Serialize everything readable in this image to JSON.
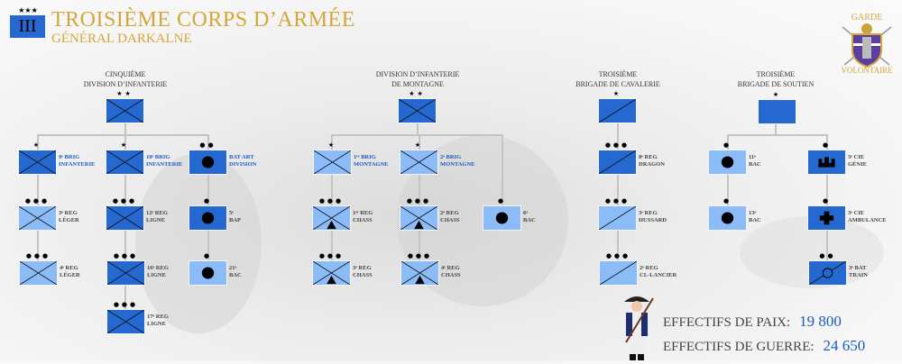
{
  "header": {
    "corps_numeral": "III",
    "corps_stars": "★★★",
    "title": "TROISIÈME CORPS D’ARMÉE",
    "subtitle": "GÉNÉRAL DARKALNE"
  },
  "logo": {
    "text_top": "GARDE",
    "text_bottom": "VOLONTAIRE"
  },
  "colors": {
    "dark_unit": "#2468d0",
    "light_unit": "#8cbcf8",
    "gold": "#d4a73c",
    "value_blue": "#1d5bc0"
  },
  "formations": [
    {
      "line1": "CINQUIÈME",
      "line2": "DIVISION D’INFANTERIE",
      "echelon": "★★",
      "shade": "dark",
      "symbol": "inf"
    },
    {
      "line1": "DIVISION D’INFANTERIE",
      "line2": "DE MONTAGNE",
      "echelon": "★★",
      "shade": "dark",
      "symbol": "inf"
    },
    {
      "line1": "TROISIÈME",
      "line2": "BRIGADE DE CAVALERIE",
      "echelon": "★",
      "shade": "dark",
      "symbol": "cav"
    },
    {
      "line1": "TROISIÈME",
      "line2": "BRIGADE DE SOUTIEN",
      "echelon": "★",
      "shade": "dark",
      "symbol": "plain"
    }
  ],
  "units": [
    {
      "line1": "9ᵉ BRIG",
      "line2": "INFANTERIE",
      "echelon": "★",
      "shade": "dark",
      "symbol": "inf",
      "highlight": true
    },
    {
      "line1": "10ᵉ BRIG",
      "line2": "INFANTERIE",
      "echelon": "★",
      "shade": "dark",
      "symbol": "inf",
      "highlight": true
    },
    {
      "line1": "BAT ART",
      "line2": "DIVISION",
      "echelon": "●●",
      "shade": "dark",
      "symbol": "art",
      "highlight": true
    },
    {
      "line1": "3ᵉ REG",
      "line2": "LÉGER",
      "echelon": "●●●",
      "shade": "light",
      "symbol": "inf"
    },
    {
      "line1": "12ᵉ REG",
      "line2": "LIGNE",
      "echelon": "●●●",
      "shade": "dark",
      "symbol": "inf"
    },
    {
      "line1": "5ᵉ",
      "line2": "BAP",
      "echelon": "●",
      "shade": "dark",
      "symbol": "art"
    },
    {
      "line1": "4ᵉ REG",
      "line2": "LÉGER",
      "echelon": "●●●",
      "shade": "light",
      "symbol": "inf"
    },
    {
      "line1": "16ᵉ REG",
      "line2": "LIGNE",
      "echelon": "●●●",
      "shade": "dark",
      "symbol": "inf"
    },
    {
      "line1": "21ᵉ",
      "line2": "BAC",
      "echelon": "●",
      "shade": "light",
      "symbol": "art"
    },
    {
      "line1": "17ᵉ REG",
      "line2": "LIGNE",
      "echelon": "●●●",
      "shade": "dark",
      "symbol": "inf"
    },
    {
      "line1": "1ʳᵉ BRIG",
      "line2": "MONTAGNE",
      "echelon": "★",
      "shade": "light",
      "symbol": "inf",
      "highlight": true
    },
    {
      "line1": "2ᵉ BRIG",
      "line2": "MONTAGNE",
      "echelon": "★",
      "shade": "light",
      "symbol": "inf",
      "highlight": true
    },
    {
      "line1": "6ᵉ",
      "line2": "BAC",
      "echelon": "●",
      "shade": "light",
      "symbol": "art"
    },
    {
      "line1": "1ᵉʳ REG",
      "line2": "CHASS",
      "echelon": "●●●",
      "shade": "light",
      "symbol": "mtn"
    },
    {
      "line1": "2ᵉ REG",
      "line2": "CHASS",
      "echelon": "●●●",
      "shade": "light",
      "symbol": "mtn"
    },
    {
      "line1": "3ᵉ REG",
      "line2": "CHASS",
      "echelon": "●●●",
      "shade": "light",
      "symbol": "mtn"
    },
    {
      "line1": "4ᵉ REG",
      "line2": "CHASS",
      "echelon": "●●●",
      "shade": "light",
      "symbol": "mtn"
    },
    {
      "line1": "8ᵉ REG",
      "line2": "DRAGON",
      "echelon": "●●●",
      "shade": "dark",
      "symbol": "cav"
    },
    {
      "line1": "3ᵉ REG",
      "line2": "HUSSARD",
      "echelon": "●●●",
      "shade": "light",
      "symbol": "cav"
    },
    {
      "line1": "2ᵉ REG",
      "line2": "CL-LANCIER",
      "echelon": "●●●",
      "shade": "light",
      "symbol": "cav"
    },
    {
      "line1": "11ᵉ",
      "line2": "BAC",
      "echelon": "●",
      "shade": "light",
      "symbol": "art"
    },
    {
      "line1": "13ᵉ",
      "line2": "BAC",
      "echelon": "●",
      "shade": "light",
      "symbol": "art"
    },
    {
      "line1": "3ᵉ CIE",
      "line2": "GÉNIE",
      "echelon": "●",
      "shade": "dark",
      "symbol": "eng"
    },
    {
      "line1": "3ᵉ CIE",
      "line2": "AMBULANCE",
      "echelon": "●",
      "shade": "dark",
      "symbol": "med"
    },
    {
      "line1": "3ᵉ BAT",
      "line2": "TRAIN",
      "echelon": "●●",
      "shade": "dark",
      "symbol": "train"
    }
  ],
  "totals": {
    "peace_label": "EFFECTIFS DE PAIX:",
    "peace_value": "19 800",
    "war_label": "EFFECTIFS DE GUERRE:",
    "war_value": "24 650"
  }
}
